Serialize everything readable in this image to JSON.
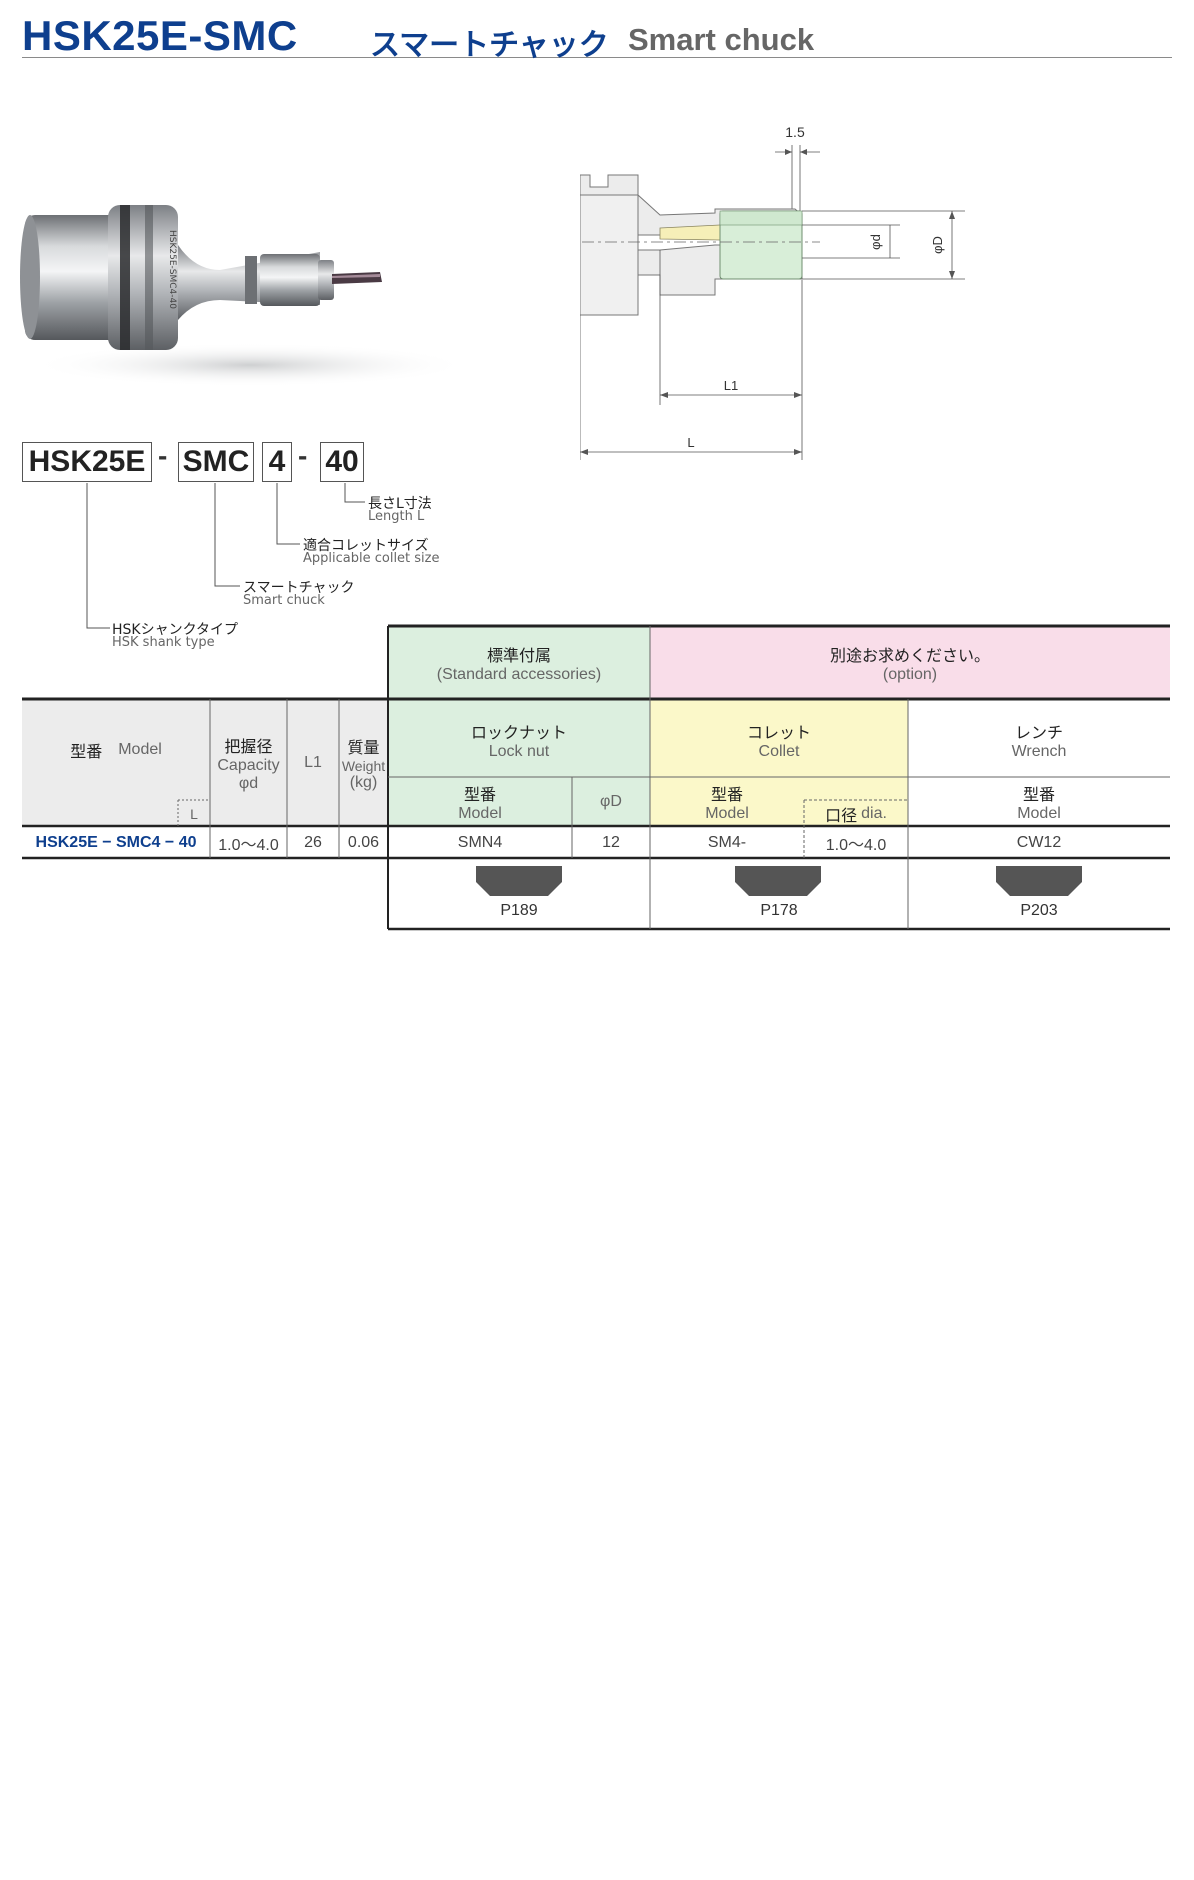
{
  "header": {
    "title": "HSK25E-SMC",
    "title_jp": "スマートチャック",
    "title_en": "Smart chuck"
  },
  "photo": {
    "engraving": "HSK25E-SMC4-40"
  },
  "drawing": {
    "dim_gap": "1.5",
    "dim_d": "φd",
    "dim_D": "φD",
    "dim_L1": "L1",
    "dim_L": "L"
  },
  "model_code": {
    "parts": [
      "HSK25E",
      "SMC",
      "4",
      "40"
    ],
    "dash": "-",
    "legend": [
      {
        "jp": "長さL寸法",
        "en": "Length L"
      },
      {
        "jp": "適合コレットサイズ",
        "en": "Applicable collet size"
      },
      {
        "jp": "スマートチャック",
        "en": "Smart chuck"
      },
      {
        "jp": "HSKシャンクタイプ",
        "en": "HSK shank type"
      }
    ]
  },
  "table": {
    "standard_acc": {
      "jp": "標準付属",
      "en": "(Standard accessories)"
    },
    "option": {
      "jp": "別途お求めください。",
      "en": "(option)"
    },
    "col_model": {
      "jp": "型番",
      "en": "Model",
      "corner": "L"
    },
    "col_capacity": {
      "jp": "把握径",
      "en": "Capacity",
      "sym": "φd"
    },
    "col_l1": "L1",
    "col_weight": {
      "jp": "質量",
      "en": "Weight",
      "unit": "(kg)"
    },
    "locknut": {
      "jp": "ロックナット",
      "en": "Lock nut",
      "model_jp": "型番",
      "model_en": "Model",
      "dia": "φD"
    },
    "collet": {
      "jp": "コレット",
      "en": "Collet",
      "model_jp": "型番",
      "model_en": "Model",
      "dia_jp": "口径",
      "dia_en": "dia."
    },
    "wrench": {
      "jp": "レンチ",
      "en": "Wrench",
      "model_jp": "型番",
      "model_en": "Model"
    },
    "row": {
      "model": "HSK25E − SMC4 − 40",
      "capacity": "1.0〜4.0",
      "l1": "26",
      "weight": "0.06",
      "locknut_model": "SMN4",
      "locknut_dia": "12",
      "collet_model": "SM4-",
      "collet_dia": "1.0〜4.0",
      "wrench_model": "CW12"
    },
    "pages": [
      "P189",
      "P178",
      "P203"
    ]
  },
  "colors": {
    "brand_blue": "#0e3f8e",
    "std_green": "#dcefdf",
    "option_pink": "#f9dde9",
    "collet_yellow": "#fbf8c9"
  }
}
